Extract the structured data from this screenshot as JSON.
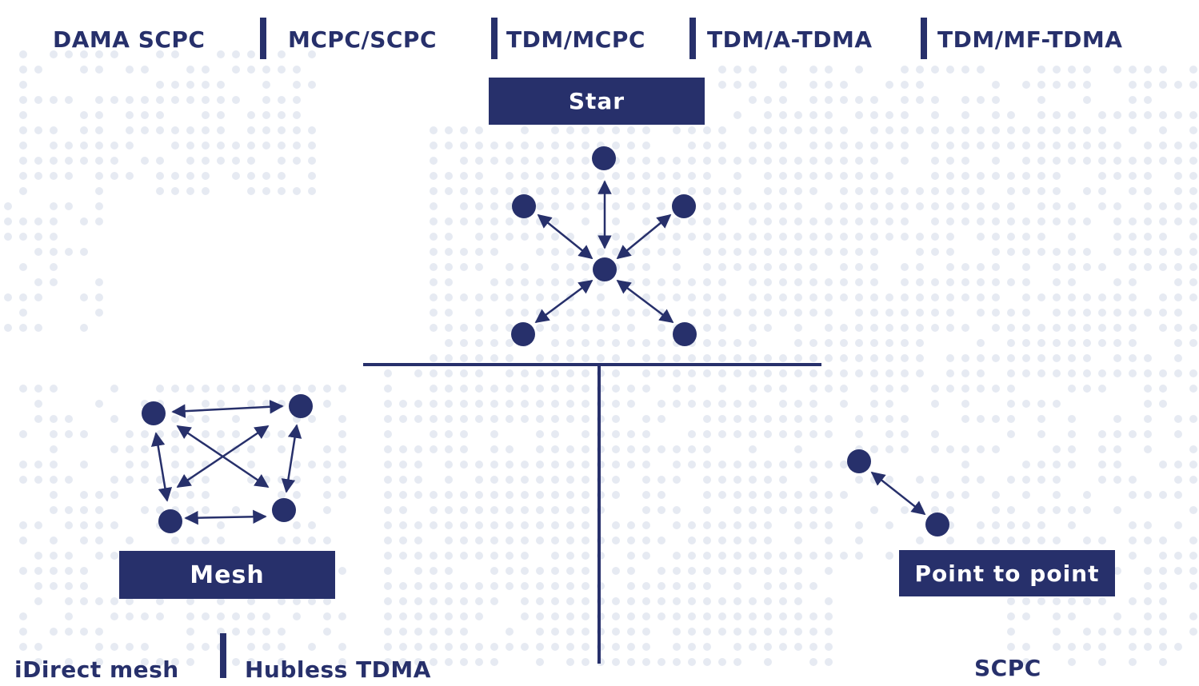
{
  "top_modes": [
    "DAMA SCPC",
    "MCPC/SCPC",
    "TDM/MCPC",
    "TDM/A-TDMA",
    "TDM/MF-TDMA"
  ],
  "topologies": {
    "star": "Star",
    "mesh": "Mesh",
    "point_to_point": "Point to point"
  },
  "bottom": {
    "mesh_left": "iDirect mesh",
    "mesh_right": "Hubless TDMA",
    "p2p": "SCPC"
  },
  "colors": {
    "primary": "#27306b",
    "map_dots": "#e6eaf2",
    "background": "#ffffff"
  }
}
